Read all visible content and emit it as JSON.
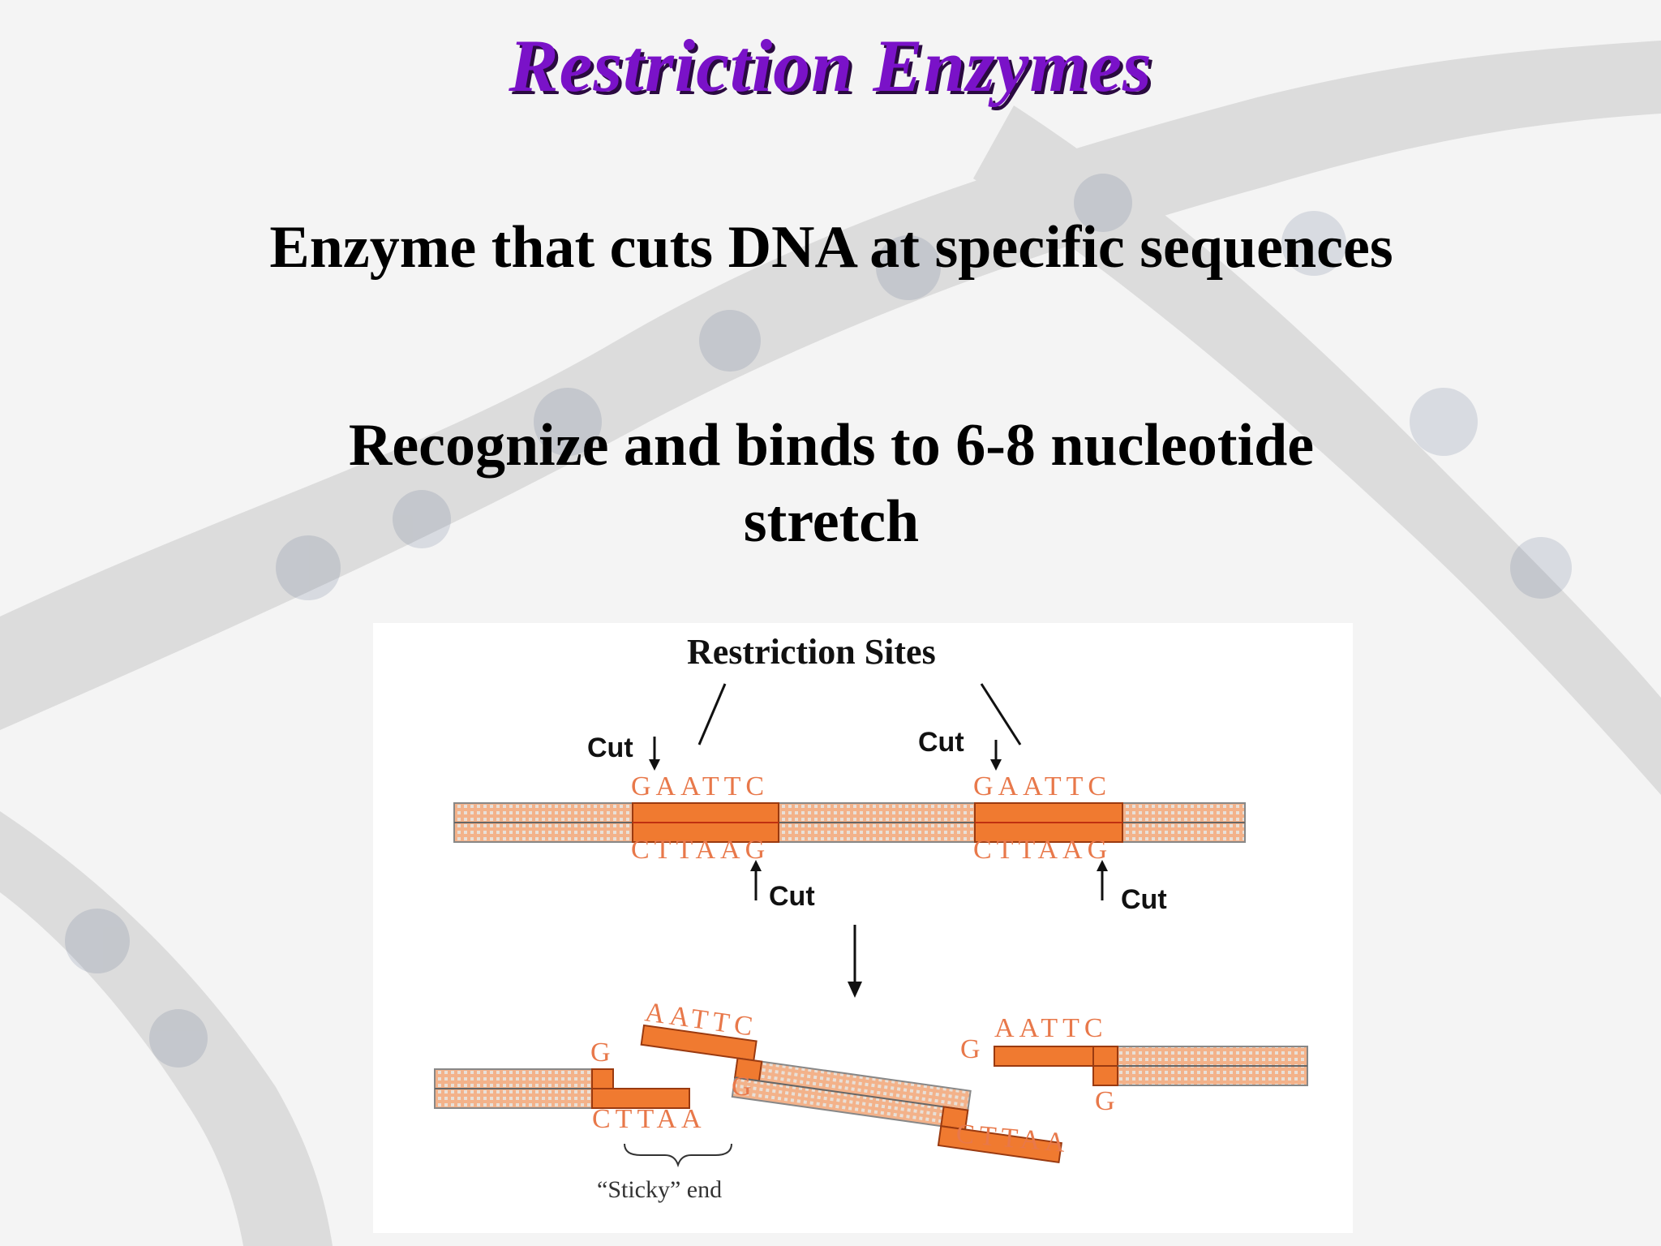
{
  "slide": {
    "title": "Restriction Enzymes",
    "bullet1": "Enzyme that cuts DNA at specific sequences",
    "bullet2": "Recognize and binds to 6-8 nucleotide stretch"
  },
  "diagram": {
    "title": "Restriction Sites",
    "cut_label": "Cut",
    "top_seq": "GAATTC",
    "bottom_seq": "CTTAAG",
    "overhang_top": "AATTC",
    "overhang_bottom": "CTTAA",
    "base_g": "G",
    "sticky_label": "“Sticky” end"
  },
  "colors": {
    "title": "#7a12c8",
    "strand": "#f0a070",
    "site": "#f07a30",
    "seq_text": "#e8784a"
  }
}
